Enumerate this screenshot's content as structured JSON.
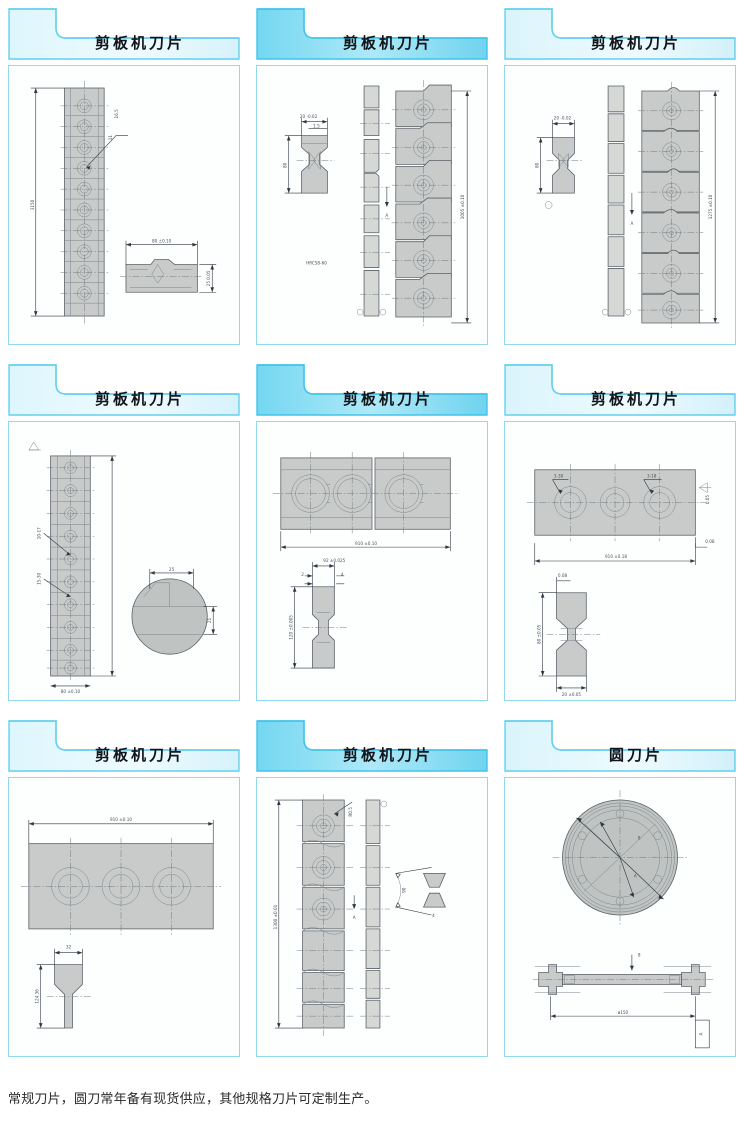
{
  "page": {
    "background_color": "#ffffff",
    "accent_color": "#6fd2ef",
    "banner_light_color": "#e9f9fd",
    "banner_dark_color": "#79d9f2",
    "border_color": "#8fd8ef"
  },
  "footer": {
    "note": "常规刀片，圆刀常年备有现货供应，其他规格刀片可定制生产。"
  },
  "cards": [
    {
      "id": "card-1",
      "title": "剪板机刀片",
      "banner_style": "light",
      "drawing": {
        "name": "segmented-blade-bar-front-and-section",
        "views": [
          "front-view-stacked-segments",
          "cross-section-view"
        ],
        "labels": [
          "3150",
          "16.5",
          "11",
          "80 ±0.10",
          "25 0.05"
        ]
      }
    },
    {
      "id": "card-2",
      "title": "剪板机刀片",
      "banner_style": "dark",
      "drawing": {
        "name": "wave-edge-blade-segments",
        "views": [
          "side-profile-strip",
          "front-view-stacked-segments",
          "detail-section"
        ],
        "labels": [
          "20 -0.02",
          "1.5",
          "80",
          "HRC58-60",
          "1005 ±0.10",
          "A"
        ]
      }
    },
    {
      "id": "card-3",
      "title": "剪板机刀片",
      "banner_style": "light",
      "drawing": {
        "name": "wave-edge-blade-segments-variant",
        "views": [
          "side-profile-strip",
          "front-view-stacked-segments",
          "detail-section"
        ],
        "labels": [
          "20 -0.02",
          "80",
          "1275 ±0.10",
          "A"
        ]
      }
    },
    {
      "id": "card-4",
      "title": "剪板机刀片",
      "banner_style": "light",
      "drawing": {
        "name": "bolt-hole-blade-bar-and-round-detail",
        "views": [
          "front-view-stacked-segments",
          "round-detail-view"
        ],
        "labels": [
          "10-17",
          "15-30",
          "80 ±0.10",
          "25",
          "21"
        ]
      }
    },
    {
      "id": "card-5",
      "title": "剪板机刀片",
      "banner_style": "dark",
      "drawing": {
        "name": "three-hole-plate-and-section",
        "views": [
          "front-view-plate",
          "cross-section-view"
        ],
        "labels": [
          "910 ±0.10",
          "92 ±0.025",
          "120 ±0.005",
          "2",
          "4"
        ]
      }
    },
    {
      "id": "card-6",
      "title": "剪板机刀片",
      "banner_style": "light",
      "drawing": {
        "name": "three-hole-plate-and-hourglass-section",
        "views": [
          "front-view-plate",
          "cross-section-view"
        ],
        "labels": [
          "3-30",
          "3-18",
          "910 ±0.18",
          "0.08",
          "80 ±0.05",
          "20 ±0.05",
          "0.05"
        ]
      }
    },
    {
      "id": "card-7",
      "title": "剪板机刀片",
      "banner_style": "light",
      "drawing": {
        "name": "wide-three-hole-plate-and-section",
        "views": [
          "front-view-plate",
          "cross-section-view"
        ],
        "labels": [
          "910 ±0.10",
          "32",
          "124.36"
        ]
      }
    },
    {
      "id": "card-8",
      "title": "剪板机刀片",
      "banner_style": "dark",
      "drawing": {
        "name": "long-segmented-blade-and-edge-detail",
        "views": [
          "front-view-stacked-segments",
          "side-profile-strip",
          "edge-angle-detail"
        ],
        "labels": [
          "1300 ±0.01",
          "R0.5",
          "A",
          "90",
          "4"
        ]
      }
    },
    {
      "id": "card-9",
      "title": "圆刀片",
      "banner_style": "light",
      "drawing": {
        "name": "circular-blade-plan-and-section",
        "views": [
          "plan-view-circle",
          "cross-section-view"
        ],
        "labels": [
          "ø150",
          "8",
          "A"
        ]
      }
    }
  ]
}
